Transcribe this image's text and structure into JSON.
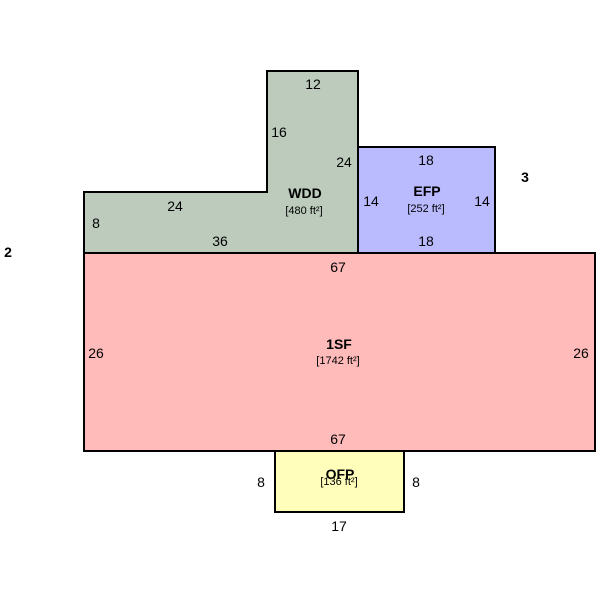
{
  "colors": {
    "wdd_fill": "#bccbbc",
    "efp_fill": "#babaff",
    "sf_fill": "#ffbaba",
    "ofp_fill": "#ffffbb",
    "outline": "#000000"
  },
  "markers": {
    "left": "2",
    "right": "3"
  },
  "wdd": {
    "name": "WDD",
    "area": "[480 ft²]",
    "dims": {
      "top": "12",
      "upper_left": "16",
      "upper_right": "24",
      "step": "24",
      "left": "8",
      "bottom": "36"
    }
  },
  "efp": {
    "name": "EFP",
    "area": "[252 ft²]",
    "dims": {
      "top": "18",
      "left": "14",
      "right": "14",
      "bottom": "18"
    }
  },
  "sf": {
    "name": "1SF",
    "area": "[1742 ft²]",
    "dims": {
      "top": "67",
      "left": "26",
      "right": "26",
      "bottom": "67"
    }
  },
  "ofp": {
    "name": "OFP",
    "area": "[136 ft²]",
    "dims": {
      "left": "8",
      "right": "8",
      "bottom": "17"
    }
  }
}
